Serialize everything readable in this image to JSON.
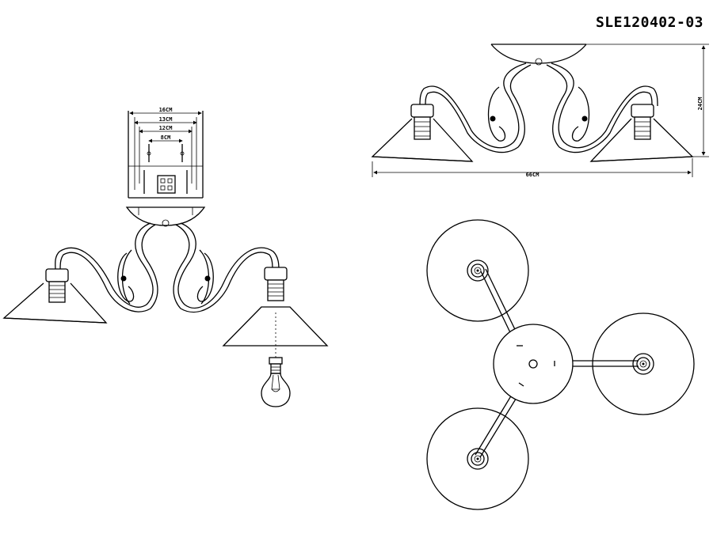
{
  "model_number": "SLE120402-03",
  "dimensions": {
    "plate_width_outer": "16CM",
    "plate_width_mid": "13CM",
    "plate_width_inner": "12CM",
    "mount_spacing": "8CM",
    "overall_width": "66CM",
    "overall_height": "24CM"
  }
}
